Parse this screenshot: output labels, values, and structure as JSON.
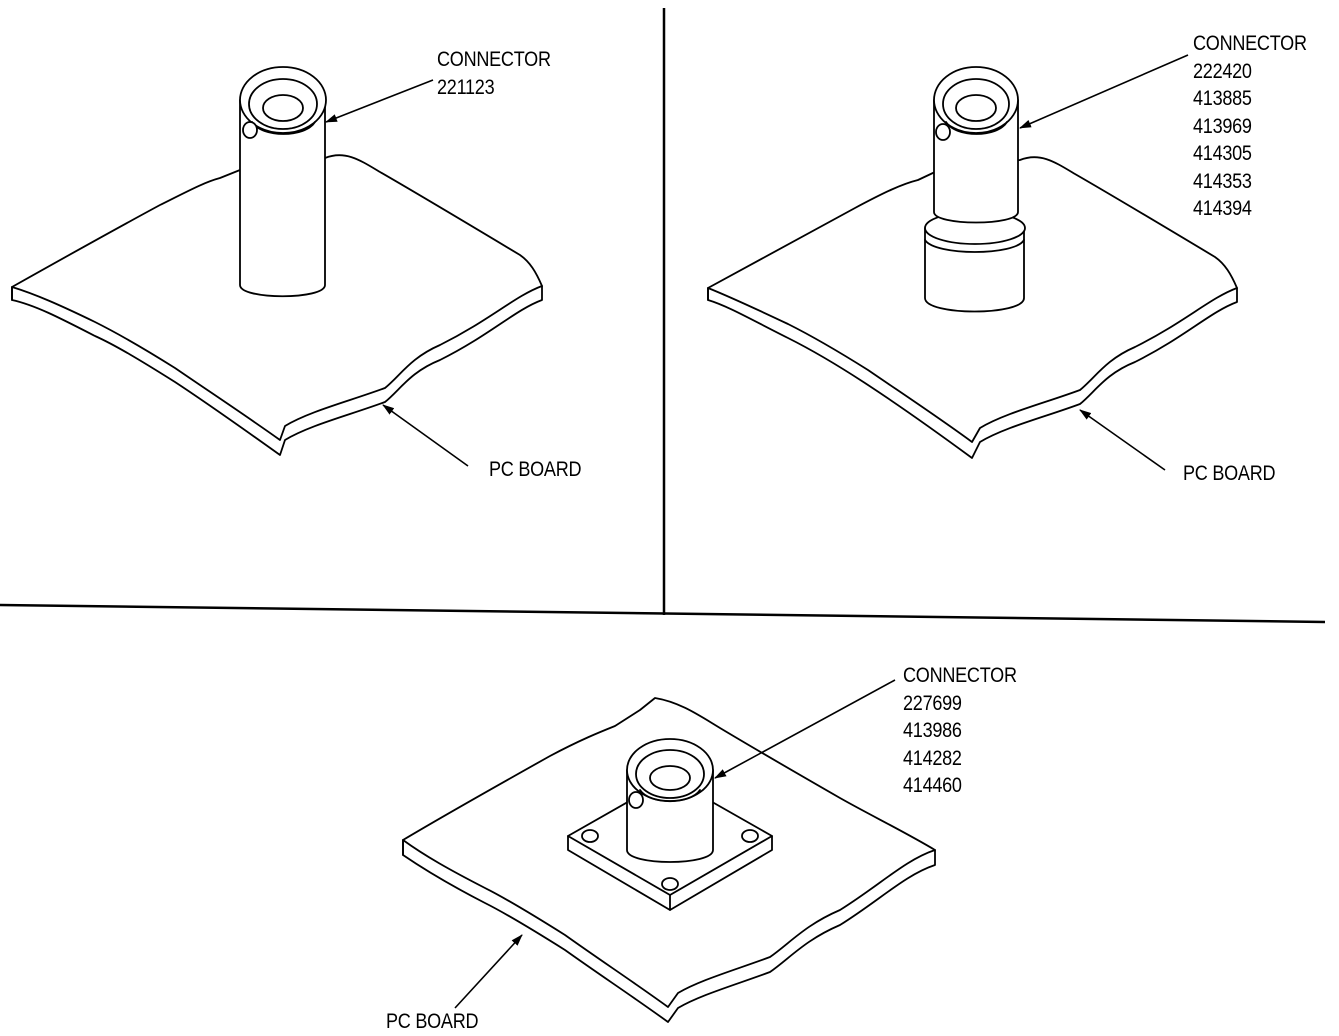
{
  "panels": {
    "top_left": {
      "connector_label": "CONNECTOR",
      "part_numbers": [
        "221123"
      ],
      "board_label": "PC BOARD"
    },
    "top_right": {
      "connector_label": "CONNECTOR",
      "part_numbers": [
        "222420",
        "413885",
        "413969",
        "414305",
        "414353",
        "414394"
      ],
      "board_label": "PC BOARD"
    },
    "bottom": {
      "connector_label": "CONNECTOR",
      "part_numbers": [
        "227699",
        "413986",
        "414282",
        "414460"
      ],
      "board_label": "PC BOARD"
    }
  }
}
